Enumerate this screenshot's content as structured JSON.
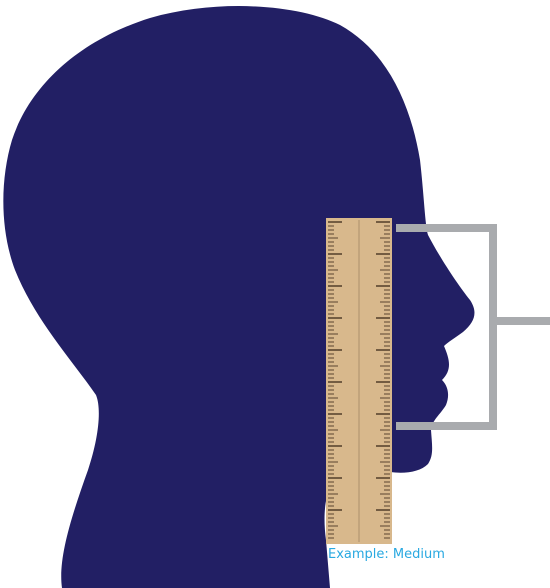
{
  "caption": "Example: Medium",
  "colors": {
    "silhouette": "#221f64",
    "ruler_wood": "#d8b88c",
    "ruler_ticks": "#5a4530",
    "bracket": "#a9abae",
    "caption_text": "#29a9e1"
  },
  "icons": {
    "head": "head-profile-silhouette",
    "ruler": "wooden-ruler"
  }
}
